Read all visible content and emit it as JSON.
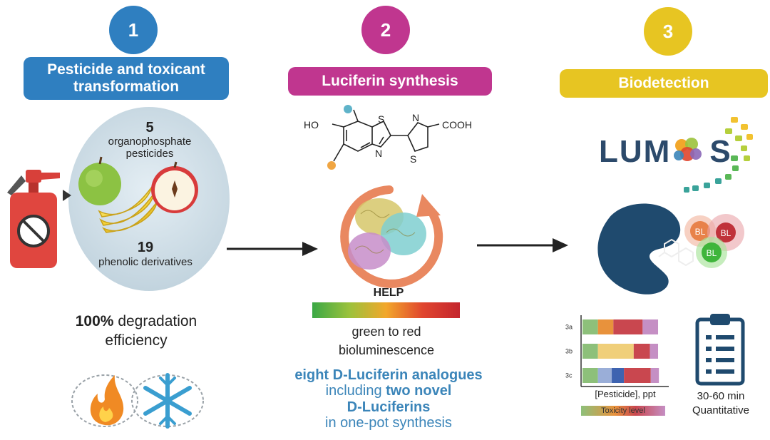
{
  "steps": [
    {
      "number": "1",
      "title": "Pesticide and toxicant transformation",
      "color": "#2f7fc0"
    },
    {
      "number": "2",
      "title": "Luciferin synthesis",
      "color": "#c0368f"
    },
    {
      "number": "3",
      "title": "Biodetection",
      "color": "#e7c522"
    }
  ],
  "panel1": {
    "count_a": "5",
    "label_a": "organophosphate pesticides",
    "count_b": "19",
    "label_b": "phenolic derivatives",
    "degradation_pct": "100%",
    "degradation_rest": "degradation",
    "degradation_line2": "efficiency"
  },
  "panel2": {
    "mol_ho": "HO",
    "mol_s1": "S",
    "mol_n1": "N",
    "mol_n2": "N",
    "mol_s2": "S",
    "mol_cooh": "COOH",
    "enzyme": "HELP",
    "spectrum_line1": "green to red",
    "spectrum_line2": "bioluminescence",
    "analogues_line1": "eight D-Luciferin analogues",
    "analogues_line2_pre": "including",
    "analogues_line2_bold": "two novel",
    "analogues_line3": "D-Luciferins",
    "analogues_line4": "in one-pot synthesis"
  },
  "panel3": {
    "logo_left": "LUM",
    "logo_right": "S",
    "bl_labels": [
      "BL",
      "BL",
      "BL"
    ],
    "chart_xlabel": "[Pesticide], ppt",
    "toxicity_label": "Toxicity level",
    "time_line1": "30-60 min",
    "time_line2": "Quantitative"
  },
  "chart_data": {
    "type": "bar",
    "orientation": "horizontal-stacked",
    "categories": [
      "3a",
      "3b",
      "3c"
    ],
    "xlabel": "[Pesticide], ppt",
    "segments": [
      [
        {
          "share": 0.19,
          "color": "#8dc07a"
        },
        {
          "share": 0.19,
          "color": "#e8923c"
        },
        {
          "share": 0.36,
          "color": "#c9474f"
        },
        {
          "share": 0.19,
          "color": "#c58fc4"
        }
      ],
      [
        {
          "share": 0.19,
          "color": "#8dc07a"
        },
        {
          "share": 0.44,
          "color": "#f0cf7a"
        },
        {
          "share": 0.2,
          "color": "#c9474f"
        },
        {
          "share": 0.1,
          "color": "#c58fc4"
        }
      ],
      [
        {
          "share": 0.19,
          "color": "#8dc07a"
        },
        {
          "share": 0.17,
          "color": "#9aaed8"
        },
        {
          "share": 0.15,
          "color": "#3e63b0"
        },
        {
          "share": 0.33,
          "color": "#c9474f"
        },
        {
          "share": 0.1,
          "color": "#c58fc4"
        }
      ]
    ]
  }
}
